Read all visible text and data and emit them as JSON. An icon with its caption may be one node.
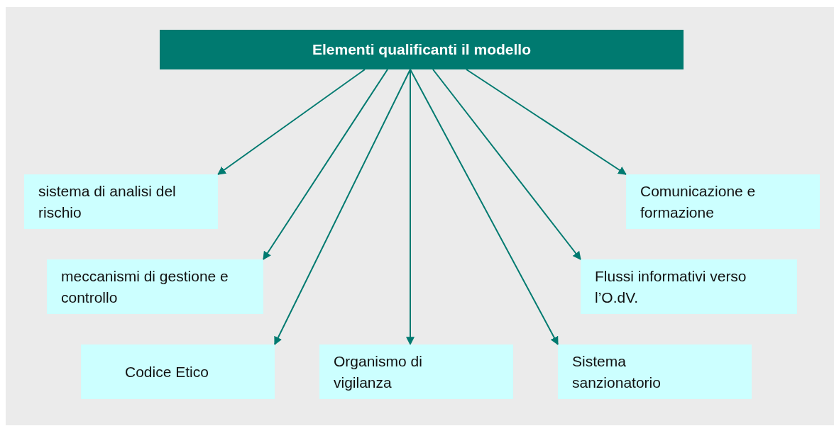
{
  "diagram": {
    "nodes": [
      {
        "text": [
          "Elementi qualificanti il modello"
        ]
      },
      {
        "text": [
          "sistema di analisi del rischio"
        ]
      },
      {
        "text": [
          "Comunicazione e formazione"
        ]
      },
      {
        "text": [
          "meccanismi di gestione e controllo"
        ]
      },
      {
        "text": [
          "Flussi informativi verso l’O.dV."
        ]
      },
      {
        "text": [
          "Codice Etico"
        ]
      },
      {
        "text": [
          "Organismo di vigilanza"
        ]
      },
      {
        "text": [
          "Sistema sanzionatorio"
        ]
      }
    ],
    "edges": [
      {
        "from": 0,
        "to": 1,
        "arrow": "to"
      },
      {
        "from": 0,
        "to": 3,
        "arrow": "to"
      },
      {
        "from": 0,
        "to": 5,
        "arrow": "to"
      },
      {
        "from": 0,
        "to": 6,
        "arrow": "to"
      },
      {
        "from": 0,
        "to": 7,
        "arrow": "to"
      },
      {
        "from": 0,
        "to": 4,
        "arrow": "to"
      },
      {
        "from": 0,
        "to": 2,
        "arrow": "to"
      }
    ]
  }
}
